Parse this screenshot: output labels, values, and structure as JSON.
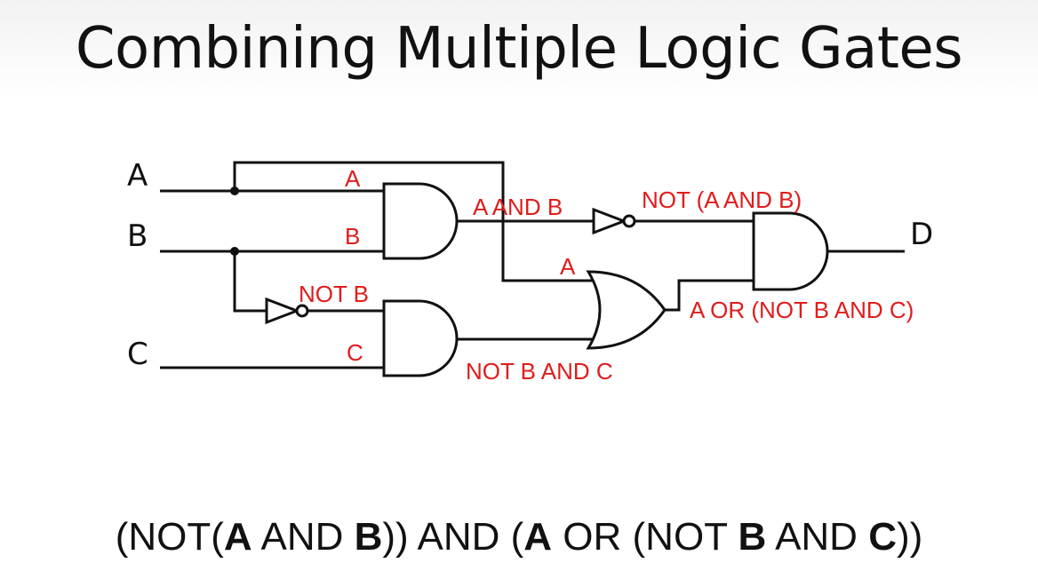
{
  "slide": {
    "title": "Combining Multiple Logic Gates"
  },
  "inputs": {
    "a": "A",
    "b": "B",
    "c": "C"
  },
  "output": "D",
  "wire_labels": {
    "and1_in_a": "A",
    "and1_in_b": "B",
    "not_b": "NOT B",
    "and2_in_c": "C",
    "and_ab": "A AND B",
    "not_and_ab": "NOT (A AND B)",
    "or_in_a": "A",
    "not_b_and_c": "NOT B AND C",
    "a_or_not_b_and_c": "A OR (NOT B AND C)"
  },
  "colors": {
    "label_red": "#e01c1c",
    "wire": "#111111"
  },
  "expression": {
    "p1": "(NOT(",
    "a1": "A",
    "p2": " AND ",
    "b1": "B",
    "p3": ")) AND (",
    "a2": "A",
    "p4": " OR (NOT ",
    "b2": "B",
    "p5": " AND ",
    "c1": "C",
    "p6": "))"
  }
}
